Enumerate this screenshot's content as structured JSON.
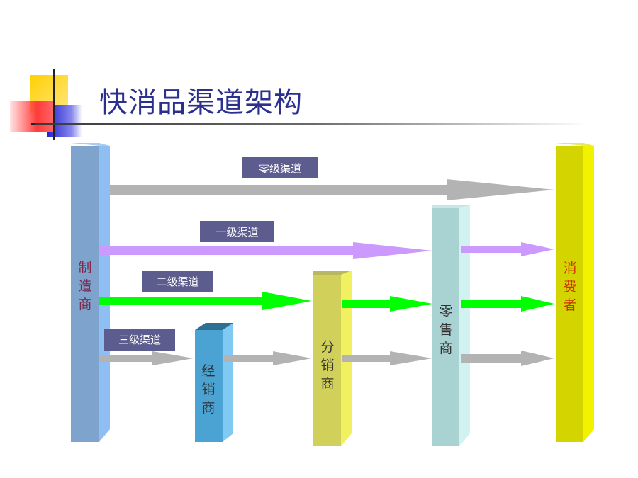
{
  "title": "快消品渠道架构",
  "channels": [
    {
      "label": "零级渠道",
      "color": "#b3b3b3"
    },
    {
      "label": "一级渠道",
      "color": "#cc99ff"
    },
    {
      "label": "二级渠道",
      "color": "#00ff00"
    },
    {
      "label": "三级渠道",
      "color": "#b3b3b3"
    }
  ],
  "nodes": {
    "manufacturer": "制造商",
    "dealer": "经销商",
    "distributor": "分销商",
    "retailer": "零售商",
    "consumer": "消费者"
  },
  "colors": {
    "title": "#2b2f8f",
    "manufacturer_text": "#7a2a4a",
    "consumer_text": "#cc3300",
    "node_text": "#333333"
  }
}
